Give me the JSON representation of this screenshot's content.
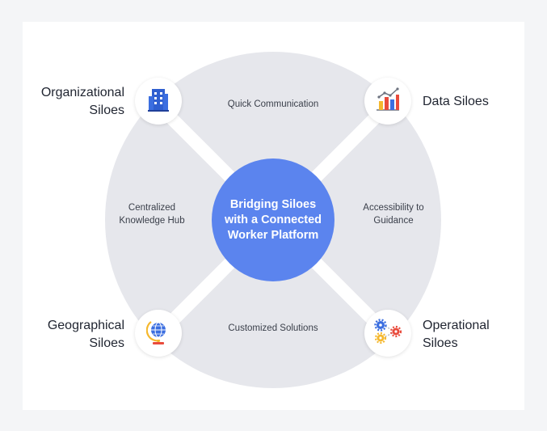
{
  "center": {
    "line1": "Bridging Siloes",
    "line2": "with a Connected",
    "line3": "Worker Platform"
  },
  "corners": {
    "organizational": {
      "line1": "Organizational",
      "line2": "Siloes",
      "icon": "building-icon"
    },
    "data": {
      "line1": "Data Siloes",
      "icon": "bar-chart-icon"
    },
    "geographical": {
      "line1": "Geographical",
      "line2": "Siloes",
      "icon": "globe-icon"
    },
    "operational": {
      "line1": "Operational",
      "line2": "Siloes",
      "icon": "gears-icon"
    }
  },
  "segments": {
    "top": "Quick Communication",
    "left_line1": "Centralized",
    "left_line2": "Knowledge Hub",
    "right_line1": "Accessibility to",
    "right_line2": "Guidance",
    "bottom": "Customized Solutions"
  },
  "colors": {
    "center": "#5b84ee",
    "ring": "#e6e7ec",
    "background": "#f4f5f7"
  }
}
